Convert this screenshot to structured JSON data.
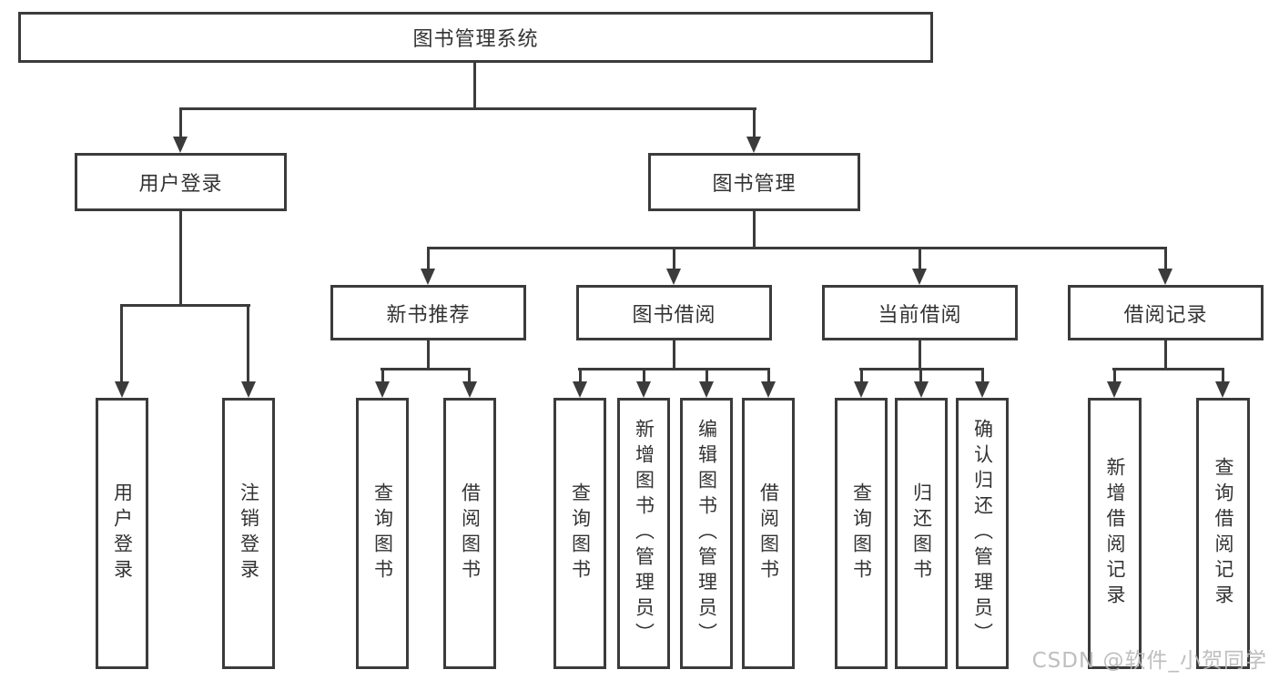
{
  "diagram": {
    "title": "图书管理系统",
    "branches": [
      {
        "label": "用户登录",
        "children": [
          "用户登录",
          "注销登录"
        ]
      },
      {
        "label": "图书管理",
        "modules": [
          {
            "label": "新书推荐",
            "children": [
              "查询图书",
              "借阅图书"
            ]
          },
          {
            "label": "图书借阅",
            "children": [
              "查询图书",
              "新增图书（管理员）",
              "编辑图书（管理员）",
              "借阅图书"
            ]
          },
          {
            "label": "当前借阅",
            "children": [
              "查询图书",
              "归还图书",
              "确认归还（管理员）"
            ]
          },
          {
            "label": "借阅记录",
            "children": [
              "新增借阅记录",
              "查询借阅记录"
            ]
          }
        ]
      }
    ]
  },
  "watermark": {
    "text": "CSDN @软件_小贺同学"
  },
  "colors": {
    "line": "#3b3b3b",
    "text": "#333333",
    "watermark": "#b9b9b9",
    "background": "#ffffff"
  }
}
